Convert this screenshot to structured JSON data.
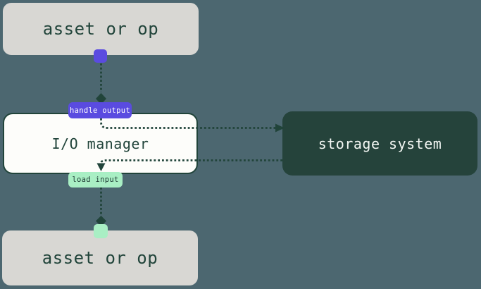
{
  "nodes": {
    "asset_top": {
      "label": "asset or op"
    },
    "io_manager": {
      "label": "I/O manager"
    },
    "storage_system": {
      "label": "storage system"
    },
    "asset_bottom": {
      "label": "asset or op"
    }
  },
  "edges": {
    "handle_output": {
      "label": "handle output"
    },
    "load_input": {
      "label": "load input"
    }
  },
  "colors": {
    "background": "#4c6770",
    "asset_box": "#d8d7d3",
    "asset_label": "#21443a",
    "io_manager_box": "#fdfdfa",
    "io_manager_border": "#21443a",
    "storage_box": "#25433b",
    "storage_label": "#f4f8f4",
    "handle_output_accent": "#5a4be0",
    "load_input_accent": "#a9efc4",
    "edge_line": "#21443a"
  }
}
